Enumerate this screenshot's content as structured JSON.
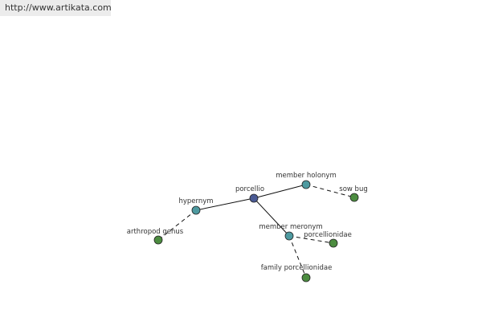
{
  "watermark": {
    "url": "http://www.artikata.com"
  },
  "graph": {
    "colors": {
      "center": "#4a5a94",
      "relation": "#4e9aa0",
      "leaf": "#4c8c40",
      "stroke": "#222222",
      "edge": "#111111"
    },
    "nodes": [
      {
        "id": "porcellio",
        "label": "porcellio",
        "kind": "center"
      },
      {
        "id": "member-holonym",
        "label": "member holonym",
        "kind": "relation"
      },
      {
        "id": "hypernym",
        "label": "hypernym",
        "kind": "relation"
      },
      {
        "id": "member-meronym",
        "label": "member meronym",
        "kind": "relation"
      },
      {
        "id": "sow-bug",
        "label": "sow bug",
        "kind": "leaf"
      },
      {
        "id": "arthropod-genus",
        "label": "arthropod genus",
        "kind": "leaf"
      },
      {
        "id": "porcellionidae",
        "label": "porcellionidae",
        "kind": "leaf"
      },
      {
        "id": "family-porcellionidae",
        "label": "family porcellionidae",
        "kind": "leaf"
      }
    ],
    "edges": [
      {
        "from": "porcellio",
        "to": "member-holonym",
        "style": "solid"
      },
      {
        "from": "porcellio",
        "to": "hypernym",
        "style": "solid"
      },
      {
        "from": "porcellio",
        "to": "member-meronym",
        "style": "solid"
      },
      {
        "from": "member-holonym",
        "to": "sow-bug",
        "style": "dashed"
      },
      {
        "from": "hypernym",
        "to": "arthropod-genus",
        "style": "dashed"
      },
      {
        "from": "member-meronym",
        "to": "porcellionidae",
        "style": "dashed"
      },
      {
        "from": "member-meronym",
        "to": "family-porcellionidae",
        "style": "dashed"
      }
    ]
  }
}
